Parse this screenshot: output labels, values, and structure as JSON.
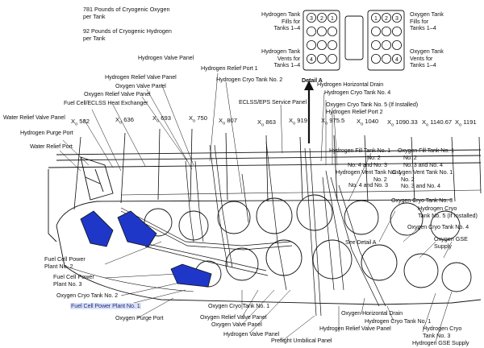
{
  "header_notes": {
    "oxygen_note": [
      "781 Pounds of Cryogenic Oxygen",
      "per Tank"
    ],
    "hydrogen_note": [
      "92 Pounds of Cryogenic Hydrogen",
      "per Tank"
    ]
  },
  "detail_a": {
    "title": "Detail A",
    "left_top": [
      "Hydrogen Tank",
      "Fills for",
      "Tanks 1–4"
    ],
    "left_bottom": [
      "Hydrogen Tank",
      "Vents for",
      "Tanks 1–4"
    ],
    "right_top": [
      "Oxygen Tank",
      "Fills for",
      "Tanks 1–4"
    ],
    "right_bottom": [
      "Oxygen Tank",
      "Vents for",
      "Tanks 1–4"
    ],
    "left_grid_numbers": [
      "1",
      "2",
      "3",
      "4"
    ],
    "right_grid_numbers": [
      "1",
      "2",
      "3",
      "4"
    ]
  },
  "stations": [
    {
      "prefix": "X",
      "value": "582"
    },
    {
      "prefix": "X",
      "value": "636"
    },
    {
      "prefix": "X",
      "value": "693"
    },
    {
      "prefix": "X",
      "value": "750"
    },
    {
      "prefix": "X",
      "value": "807"
    },
    {
      "prefix": "X",
      "value": "863"
    },
    {
      "prefix": "X",
      "value": "919"
    },
    {
      "prefix": "X",
      "value": "975.5"
    },
    {
      "prefix": "X",
      "value": "1040"
    },
    {
      "prefix": "X",
      "value": "1090.33"
    },
    {
      "prefix": "X",
      "value": "1140.67"
    },
    {
      "prefix": "X",
      "value": "1191"
    }
  ],
  "station_subscript": "o",
  "labels_top": {
    "hydrogen_valve_panel": "Hydrogen Valve Panel",
    "hydrogen_relief_valve_panel": "Hydrogen Relief Valve Panel",
    "oxygen_valve_panel": "Oxygen Valve Panel",
    "oxygen_relief_valve_panel": "Oxygen Relief Valve Panel",
    "fuel_cell_eclss_hx": "Fuel Cell/ECLSS Heat Exchanger",
    "water_relief_valve_panel": "Water Relief Valve Panel",
    "hydrogen_purge_port": "Hydrogen Purge Port",
    "water_relief_port": "Water Relief Port",
    "hydrogen_relief_port_1": "Hydrogen Relief Port 1",
    "hydrogen_cryo_tank_2": "Hydrogen Cryo Tank No. 2",
    "eclss_eps_service_panel": "ECLSS/EPS Service Panel",
    "hydrogen_horizontal_drain": "Hydrogen Horizontal Drain",
    "hydrogen_cryo_tank_4": "Hydrogen Cryo Tank No. 4",
    "oxygen_cryo_tank_5": "Oxygen Cryo Tank No. 5 (If Installed)",
    "hydrogen_relief_port_2": "Hydrogen Relief Port 2"
  },
  "labels_right": {
    "hydrogen_fill_tank_1": "Hydrogen Fill Tank No. 1",
    "hf_no2": "No. 2",
    "hf_no3_no4": "No. 4 and No. 3",
    "oxygen_fill_tank_1": "Oxygen Fill Tank No. 1",
    "of_no2": "No. 2",
    "of_no3_no4": "No. 3 and No. 4",
    "hydrogen_vent_tank_1": "Hydrogen Vent Tank No. 1",
    "hv_no2": "No. 2",
    "hv_no4_no3": "No. 4 and No. 3",
    "oxygen_vent_tank_1": "Oxygen Vent Tank No. 1",
    "ov_no2": "No. 2",
    "ov_no3_no4": "No. 3 and No. 4",
    "oxygen_cryo_tank_3": "Oxygen Cryo Tank No. 3",
    "hydrogen_cryo_tank_5": [
      "Hydrogen Cryo",
      "Tank No. 5 (If Installed)"
    ],
    "oxygen_cryo_tank_4": "Oxygen Cryo Tank No. 4",
    "oxygen_gse_supply": [
      "Oxygen GSE",
      "Supply"
    ],
    "see_detail_a": "See Detail A"
  },
  "labels_bottom": {
    "fuel_cell_2": [
      "Fuel Cell Power",
      "Plant No. 2"
    ],
    "fuel_cell_3": [
      "Fuel Cell Power",
      "Plant No. 3"
    ],
    "oxygen_cryo_tank_2": "Oxygen Cryo Tank No. 2",
    "fuel_cell_1": "Fuel Cell Power Plant No. 1",
    "oxygen_purge_port": "Oxygen Purge Port",
    "oxygen_cryo_tank_1": "Oxygen Cryo Tank No. 1",
    "oxygen_relief_valve_panel_b": "Oxygen Relief Valve Panel",
    "oxygen_valve_panel_b": "Oxygen Valve Panel",
    "hydrogen_valve_panel_b": "Hydrogen Valve Panel",
    "preflight_umbilical_panel": "Preflight Umbilical Panel",
    "hydrogen_relief_valve_panel_b": "Hydrogen Relief Valve Panel",
    "oxygen_horizontal_drain": "Oxygen Horizontal Drain",
    "hydrogen_cryo_tank_1": "Hydrogen Cryo Tank No. 1",
    "hydrogen_cryo_tank_3": [
      "Hydrogen Cryo",
      "Tank No. 3"
    ],
    "hydrogen_gse_supply": "Hydrogen GSE Supply"
  },
  "colors": {
    "line": "#111111",
    "fuel_cell_fill": "#1f37c8",
    "fuel_cell_label_bg": "#dde3f3",
    "fuel_cell_label_text": "#1b2b8c"
  }
}
